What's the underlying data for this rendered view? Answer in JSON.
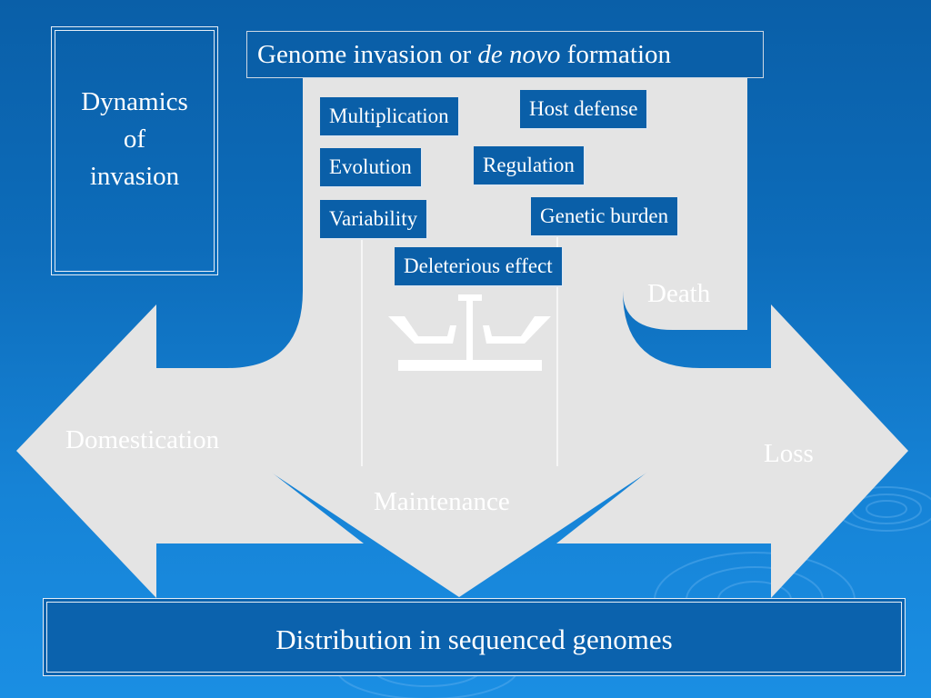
{
  "slide": {
    "title_box": "Dynamics\nof\ninvasion",
    "header": {
      "prefix": "Genome invasion or ",
      "italic": "de novo",
      "suffix": " formation"
    },
    "tags": {
      "multiplication": "Multiplication",
      "host_defense": "Host defense",
      "evolution": "Evolution",
      "regulation": "Regulation",
      "variability": "Variability",
      "genetic_burden": "Genetic burden",
      "deleterious_effect": "Deleterious effect"
    },
    "arrows": {
      "death": "Death",
      "domestication": "Domestication",
      "loss": "Loss",
      "maintenance": "Maintenance"
    },
    "footer": "Distribution in sequenced genomes"
  },
  "colors": {
    "background": "#0d6cba",
    "arrow_fill": "#e4e4e4",
    "tag_fill": "#0a5fa8",
    "text_light": "#ffffff"
  },
  "icons": [
    "balance-scale-icon"
  ]
}
